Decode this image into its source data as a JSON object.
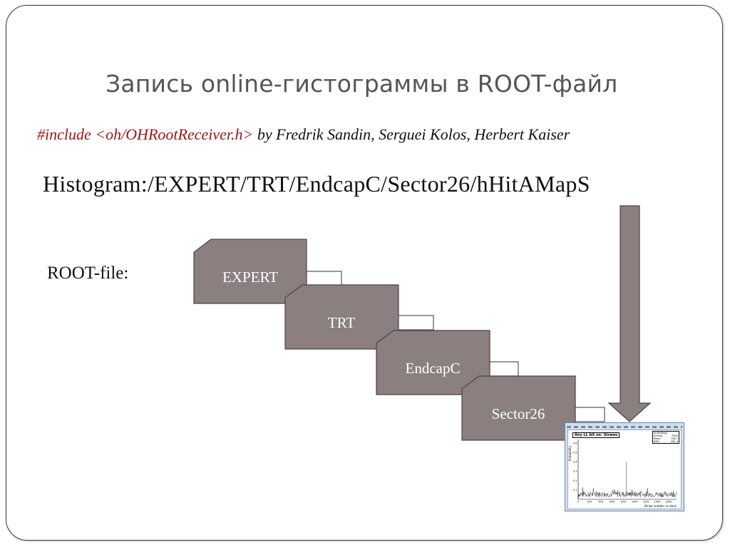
{
  "slide": {
    "title": "Запись online-гистограммы в ROOT-файл",
    "include_code": "#include <oh/OHRootReceiver.h>",
    "include_authors": " by Fredrik Sandin, Serguei Kolos, Herbert Kaiser",
    "histogram_path": "Histogram:/EXPERT/TRT/EndcapC/Sector26/hHitAMapS",
    "root_label": "ROOT-file:"
  },
  "diagram": {
    "folders": [
      "EXPERT",
      "TRT",
      "EndcapC",
      "Sector26"
    ],
    "folder_color": "#8b7f7f",
    "arrow_color": "#8b7f7f"
  },
  "histogram_window": {
    "title": "Any LL bit on: Straws",
    "stats": {
      "name": "hHitAMapS",
      "entries_label": "Entries",
      "entries": "7000",
      "mean_label": "Mean",
      "mean": "796.7",
      "rms_label": "RMS",
      "rms": "461.4"
    },
    "xlabel": "Straw number in stack",
    "ylabel": "Probability",
    "x_ticks": [
      "0",
      "200",
      "400",
      "600",
      "800",
      "1000",
      "1200",
      "1400",
      "1600"
    ],
    "y_ticks": [
      "0.1",
      "0.2",
      "0.3",
      "0.4",
      "0.5",
      "0.6"
    ]
  }
}
